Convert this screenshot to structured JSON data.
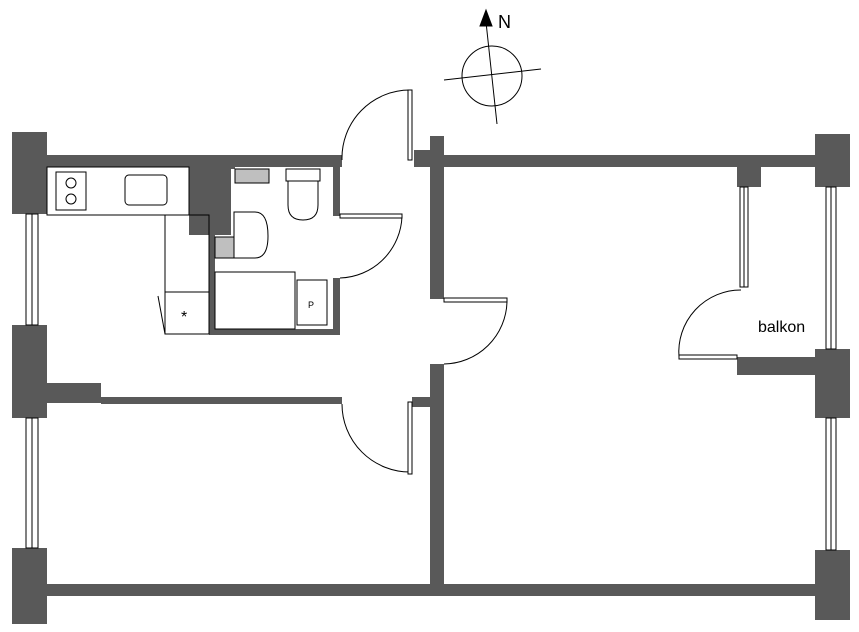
{
  "compass": {
    "label": "N"
  },
  "labels": {
    "balcony": "balkon",
    "pantry_mark": "P",
    "appliance_mark": "*"
  },
  "colors": {
    "wall": "#595959",
    "line": "#000000",
    "fixture_fill": "#bfbfbf",
    "paper": "#ffffff"
  }
}
